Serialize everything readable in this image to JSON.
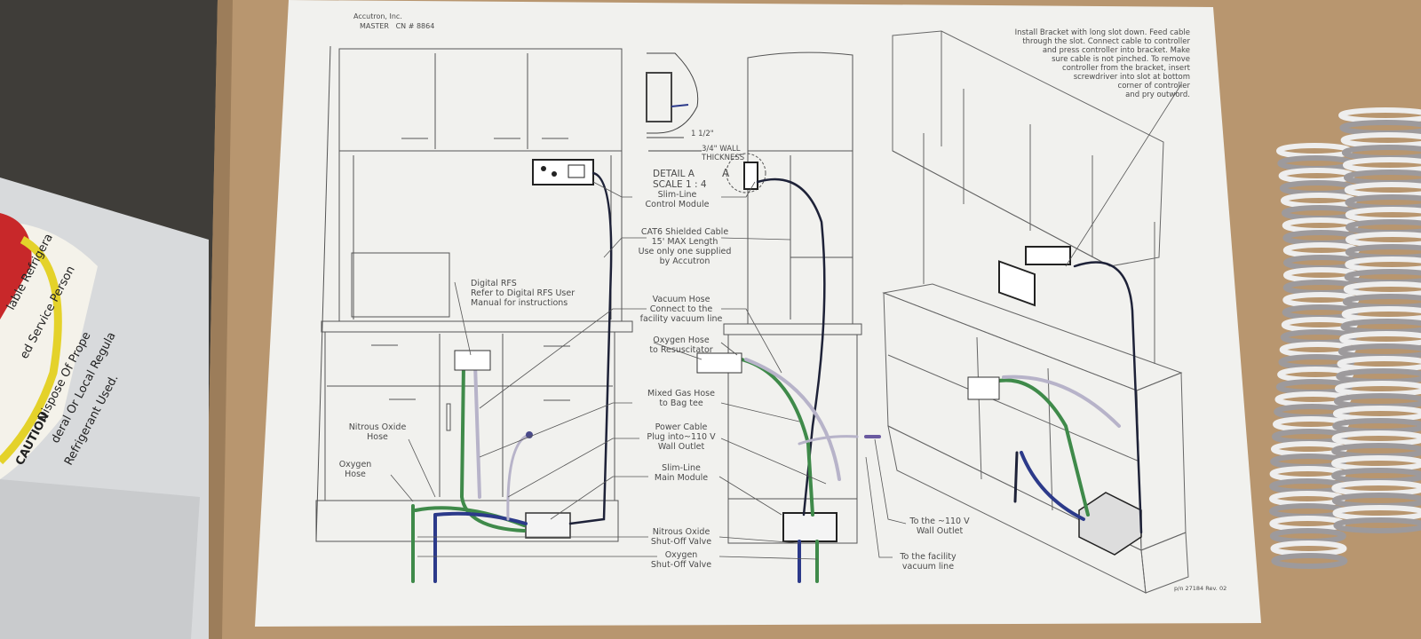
{
  "sheet": {
    "company": "Accutron, Inc.",
    "master": "MASTER   CN # 8864",
    "part_number": "p/n 27184 Rev. 02",
    "instruction": "Install Bracket with long slot down. Feed cable\nthrough the slot. Connect cable to controller\nand press controller into bracket. Make\nsure cable is not pinched. To remove\ncontroller from the bracket, insert\nscrewdriver into slot at bottom\ncorner of controller\nand pry outword.",
    "detail": {
      "dim1": "1 1/2\"",
      "dim2": "3/4\" WALL\nTHICKNESS",
      "title": "DETAIL A\nSCALE 1 : 4",
      "marker": "A"
    },
    "labels": {
      "control_module": "Slim-Line\nControl Module",
      "cat6": "CAT6 Shielded Cable\n15' MAX Length\nUse only one supplied\nby Accutron",
      "digital_rfs": "Digital RFS\nRefer to Digital RFS User\nManual for instructions",
      "vacuum_hose": "Vacuum Hose\nConnect to the\nfacility vacuum line",
      "oxygen_resus": "Oxygen Hose\nto Resuscitator",
      "mixed_gas": "Mixed Gas Hose\nto Bag tee",
      "power_cable": "Power Cable\nPlug into~110 V\nWall Outlet",
      "main_module": "Slim-Line\nMain Module",
      "n2o_valve": "Nitrous Oxide\nShut-Off Valve",
      "o2_valve": "Oxygen\nShut-Off Valve",
      "n2o_hose": "Nitrous Oxide\nHose",
      "o2_hose": "Oxygen\nHose",
      "wall_outlet": "To the ~110 V\nWall Outlet",
      "vacuum_line": "To the facility\nvacuum line"
    }
  },
  "background": {
    "can_label": {
      "caution": "CAUTION",
      "line1": "lable Refrigera",
      "line2": "ed Service Person",
      "line3": "Dispose Of Prope",
      "line4": "deral Or Local Regula",
      "line5": "Refrigerant Used."
    }
  },
  "colors": {
    "paper": "#f2f2ef",
    "cardboard": "#b8966f",
    "nitrous_hose": "#3f8a4a",
    "oxygen_hose": "#2c3a8a",
    "vacuum_hose": "#b7b3c9",
    "cable": "#1e2238"
  }
}
